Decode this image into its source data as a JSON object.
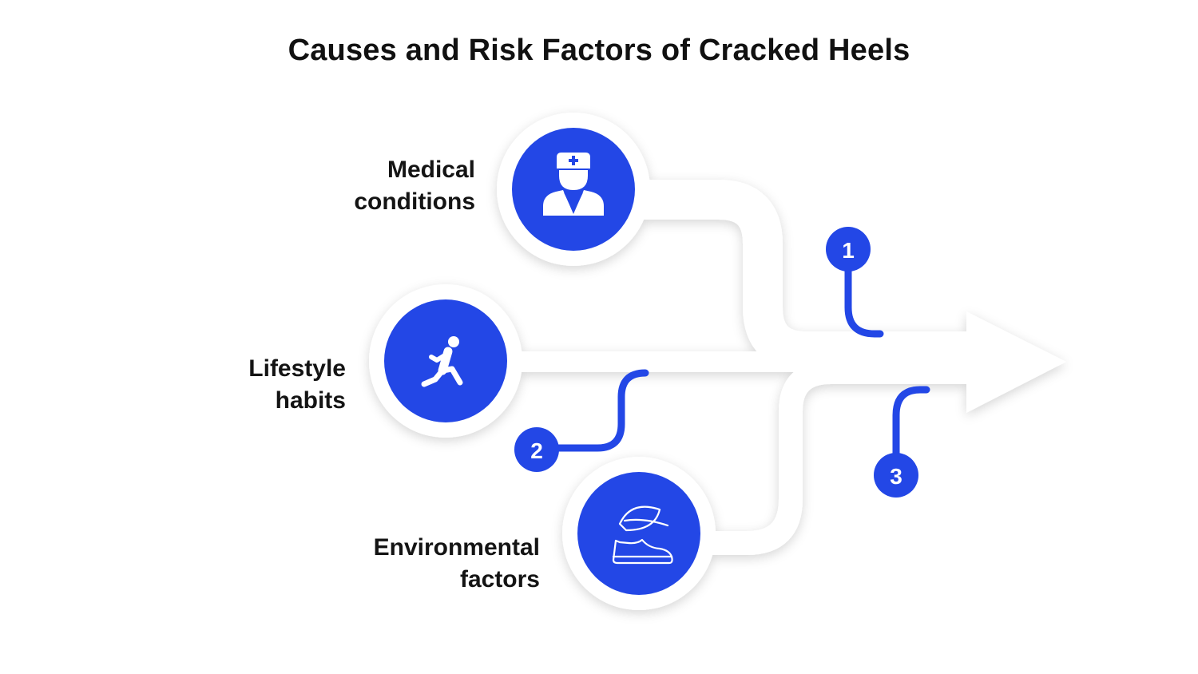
{
  "title": "Causes and Risk Factors of Cracked Heels",
  "colors": {
    "accent": "#2347e6",
    "track": "#ffffff",
    "text": "#141414"
  },
  "categories": [
    {
      "id": "medical",
      "line1": "Medical",
      "line2": "conditions",
      "number": "1",
      "icon": "doctor-icon"
    },
    {
      "id": "lifestyle",
      "line1": "Lifestyle",
      "line2": "habits",
      "number": "2",
      "icon": "running-person-icon"
    },
    {
      "id": "environmental",
      "line1": "Environmental",
      "line2": "factors",
      "number": "3",
      "icon": "leaf-and-shoe-icon"
    }
  ]
}
